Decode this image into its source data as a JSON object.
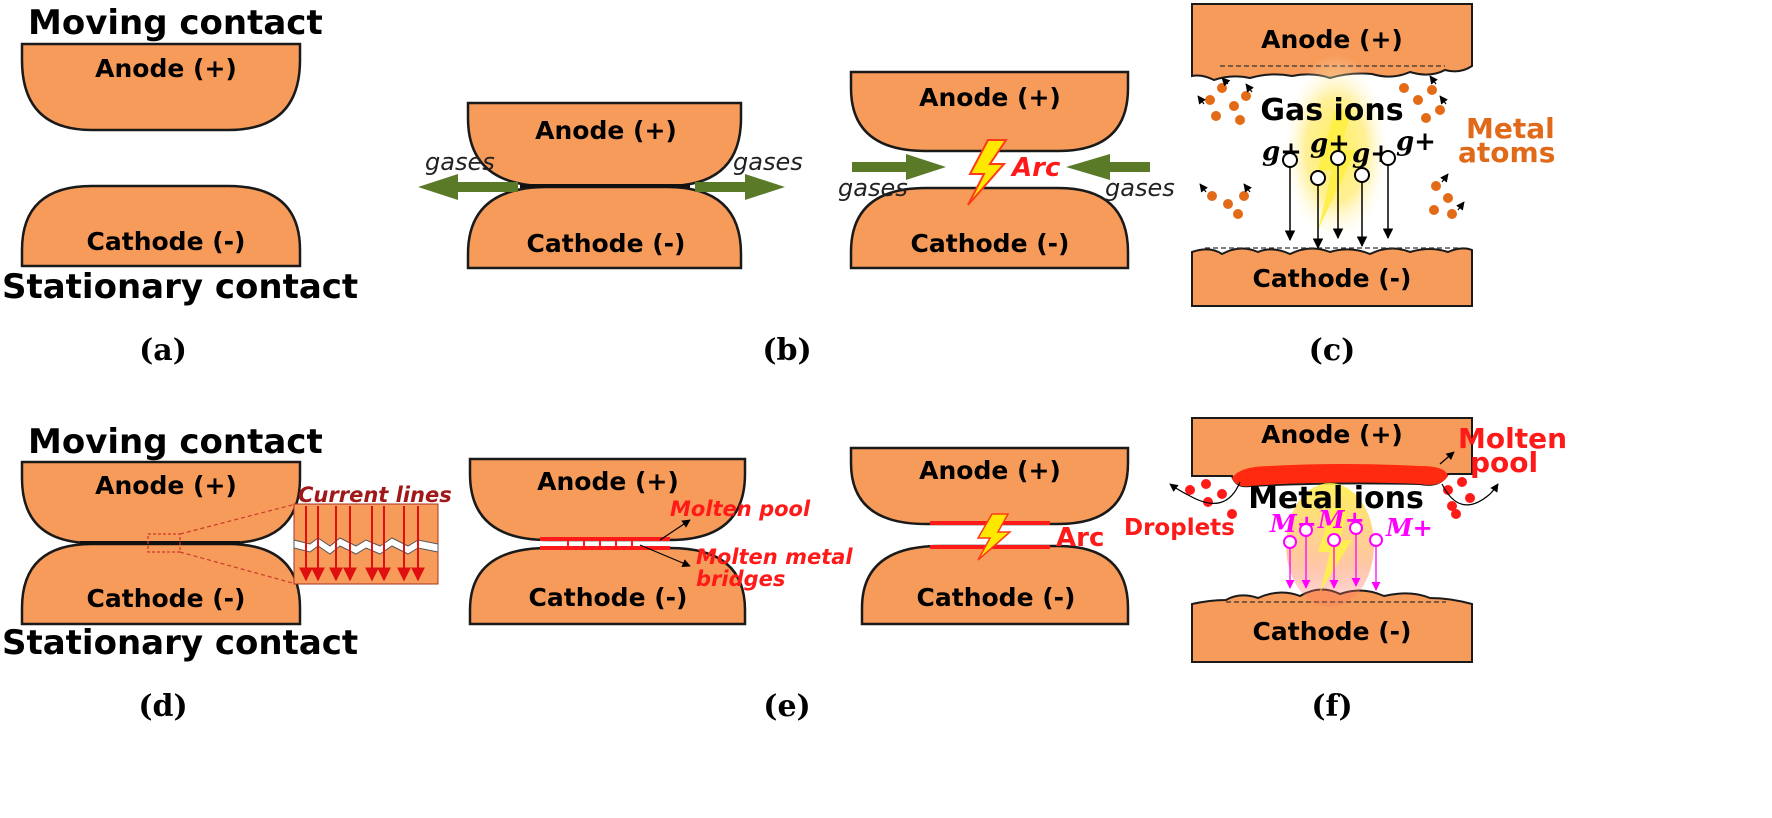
{
  "colors": {
    "contact_fill": "#f79b5a",
    "outline": "#1a1a1a",
    "gas_arrow": "#5a7a28",
    "red": "#ff1a1a",
    "ion_magenta": "#ff00ff",
    "metal_atom": "#e36a17",
    "lightning": "#ffea00"
  },
  "panel_a": {
    "top_title": "Moving contact",
    "anode": "Anode (+)",
    "cathode": "Cathode (-)",
    "bottom_title": "Stationary contact",
    "caption": "(a)"
  },
  "panel_b": {
    "anode": "Anode (+)",
    "cathode": "Cathode (-)",
    "gases_left": "gases",
    "gases_right": "gases",
    "caption": "(b)"
  },
  "panel_b2": {
    "anode": "Anode (+)",
    "cathode": "Cathode (-)",
    "gases_left": "gases",
    "gases_right": "gases",
    "arc": "Arc"
  },
  "panel_c": {
    "anode": "Anode (+)",
    "cathode": "Cathode (-)",
    "gas_ions": "Gas ions",
    "metal_line1": "Metal",
    "metal_line2": "atoms",
    "ion_labels": [
      "g+",
      "g+",
      "g+",
      "g+"
    ],
    "caption": "(c)"
  },
  "panel_d": {
    "top_title": "Moving contact",
    "anode": "Anode (+)",
    "cathode": "Cathode (-)",
    "current_lines": "Current lines",
    "bottom_title": "Stationary contact",
    "caption": "(d)"
  },
  "panel_e": {
    "anode": "Anode (+)",
    "cathode": "Cathode (-)",
    "molten_pool": "Molten pool",
    "bridges_line1": "Molten metal",
    "bridges_line2": "bridges",
    "caption": "(e)"
  },
  "panel_e2": {
    "anode": "Anode (+)",
    "cathode": "Cathode (-)",
    "arc": "Arc"
  },
  "panel_f": {
    "anode": "Anode (+)",
    "cathode": "Cathode (-)",
    "molten_line1": "Molten",
    "molten_line2": "pool",
    "droplets": "Droplets",
    "metal_ions": "Metal ions",
    "ion_labels": [
      "M+",
      "M+",
      "M+"
    ],
    "caption": "(f)"
  }
}
